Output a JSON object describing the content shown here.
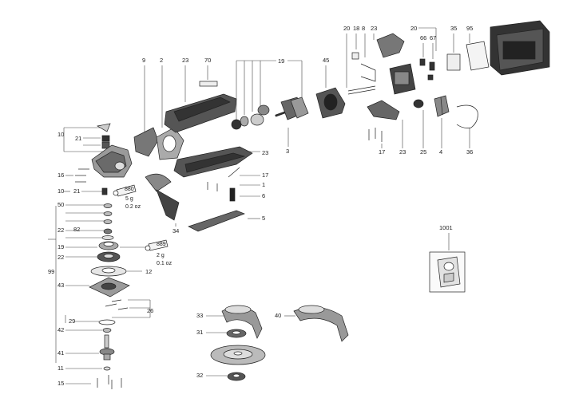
{
  "labels": {
    "l_10a": "10",
    "l_21a": "21",
    "l_16": "16",
    "l_10b": "10",
    "l_21b": "21",
    "l_50": "50",
    "l_22": "22",
    "l_82": "82",
    "l_19a": "19",
    "l_22b": "22",
    "l_99": "99",
    "l_43": "43",
    "l_29": "29",
    "l_42": "42",
    "l_41": "41",
    "l_11": "11",
    "l_15": "15",
    "l_9": "9",
    "l_2": "2",
    "l_23a": "23",
    "l_70": "70",
    "l_19b": "19",
    "l_45": "45",
    "l_3": "3",
    "l_23b": "23",
    "l_17a": "17",
    "l_1": "1",
    "l_6": "6",
    "l_5": "5",
    "l_34": "34",
    "l_12": "12",
    "l_26": "26",
    "l_20a": "20",
    "l_18": "18",
    "l_8": "8",
    "l_23c": "23",
    "l_20b": "20",
    "l_66": "66",
    "l_67": "67",
    "l_35": "35",
    "l_95": "95",
    "l_17b": "17",
    "l_23d": "23",
    "l_25": "25",
    "l_4": "4",
    "l_36": "36",
    "l_1001": "1001",
    "l_33": "33",
    "l_40": "40",
    "l_31": "31",
    "l_32": "32"
  },
  "grease_notes": {
    "tube_880": "880",
    "amount_880_g": "5 g",
    "amount_880_oz": "0.2 oz",
    "tube_889": "889",
    "amount_889_g": "2 g",
    "amount_889_oz": "0.1 oz"
  }
}
